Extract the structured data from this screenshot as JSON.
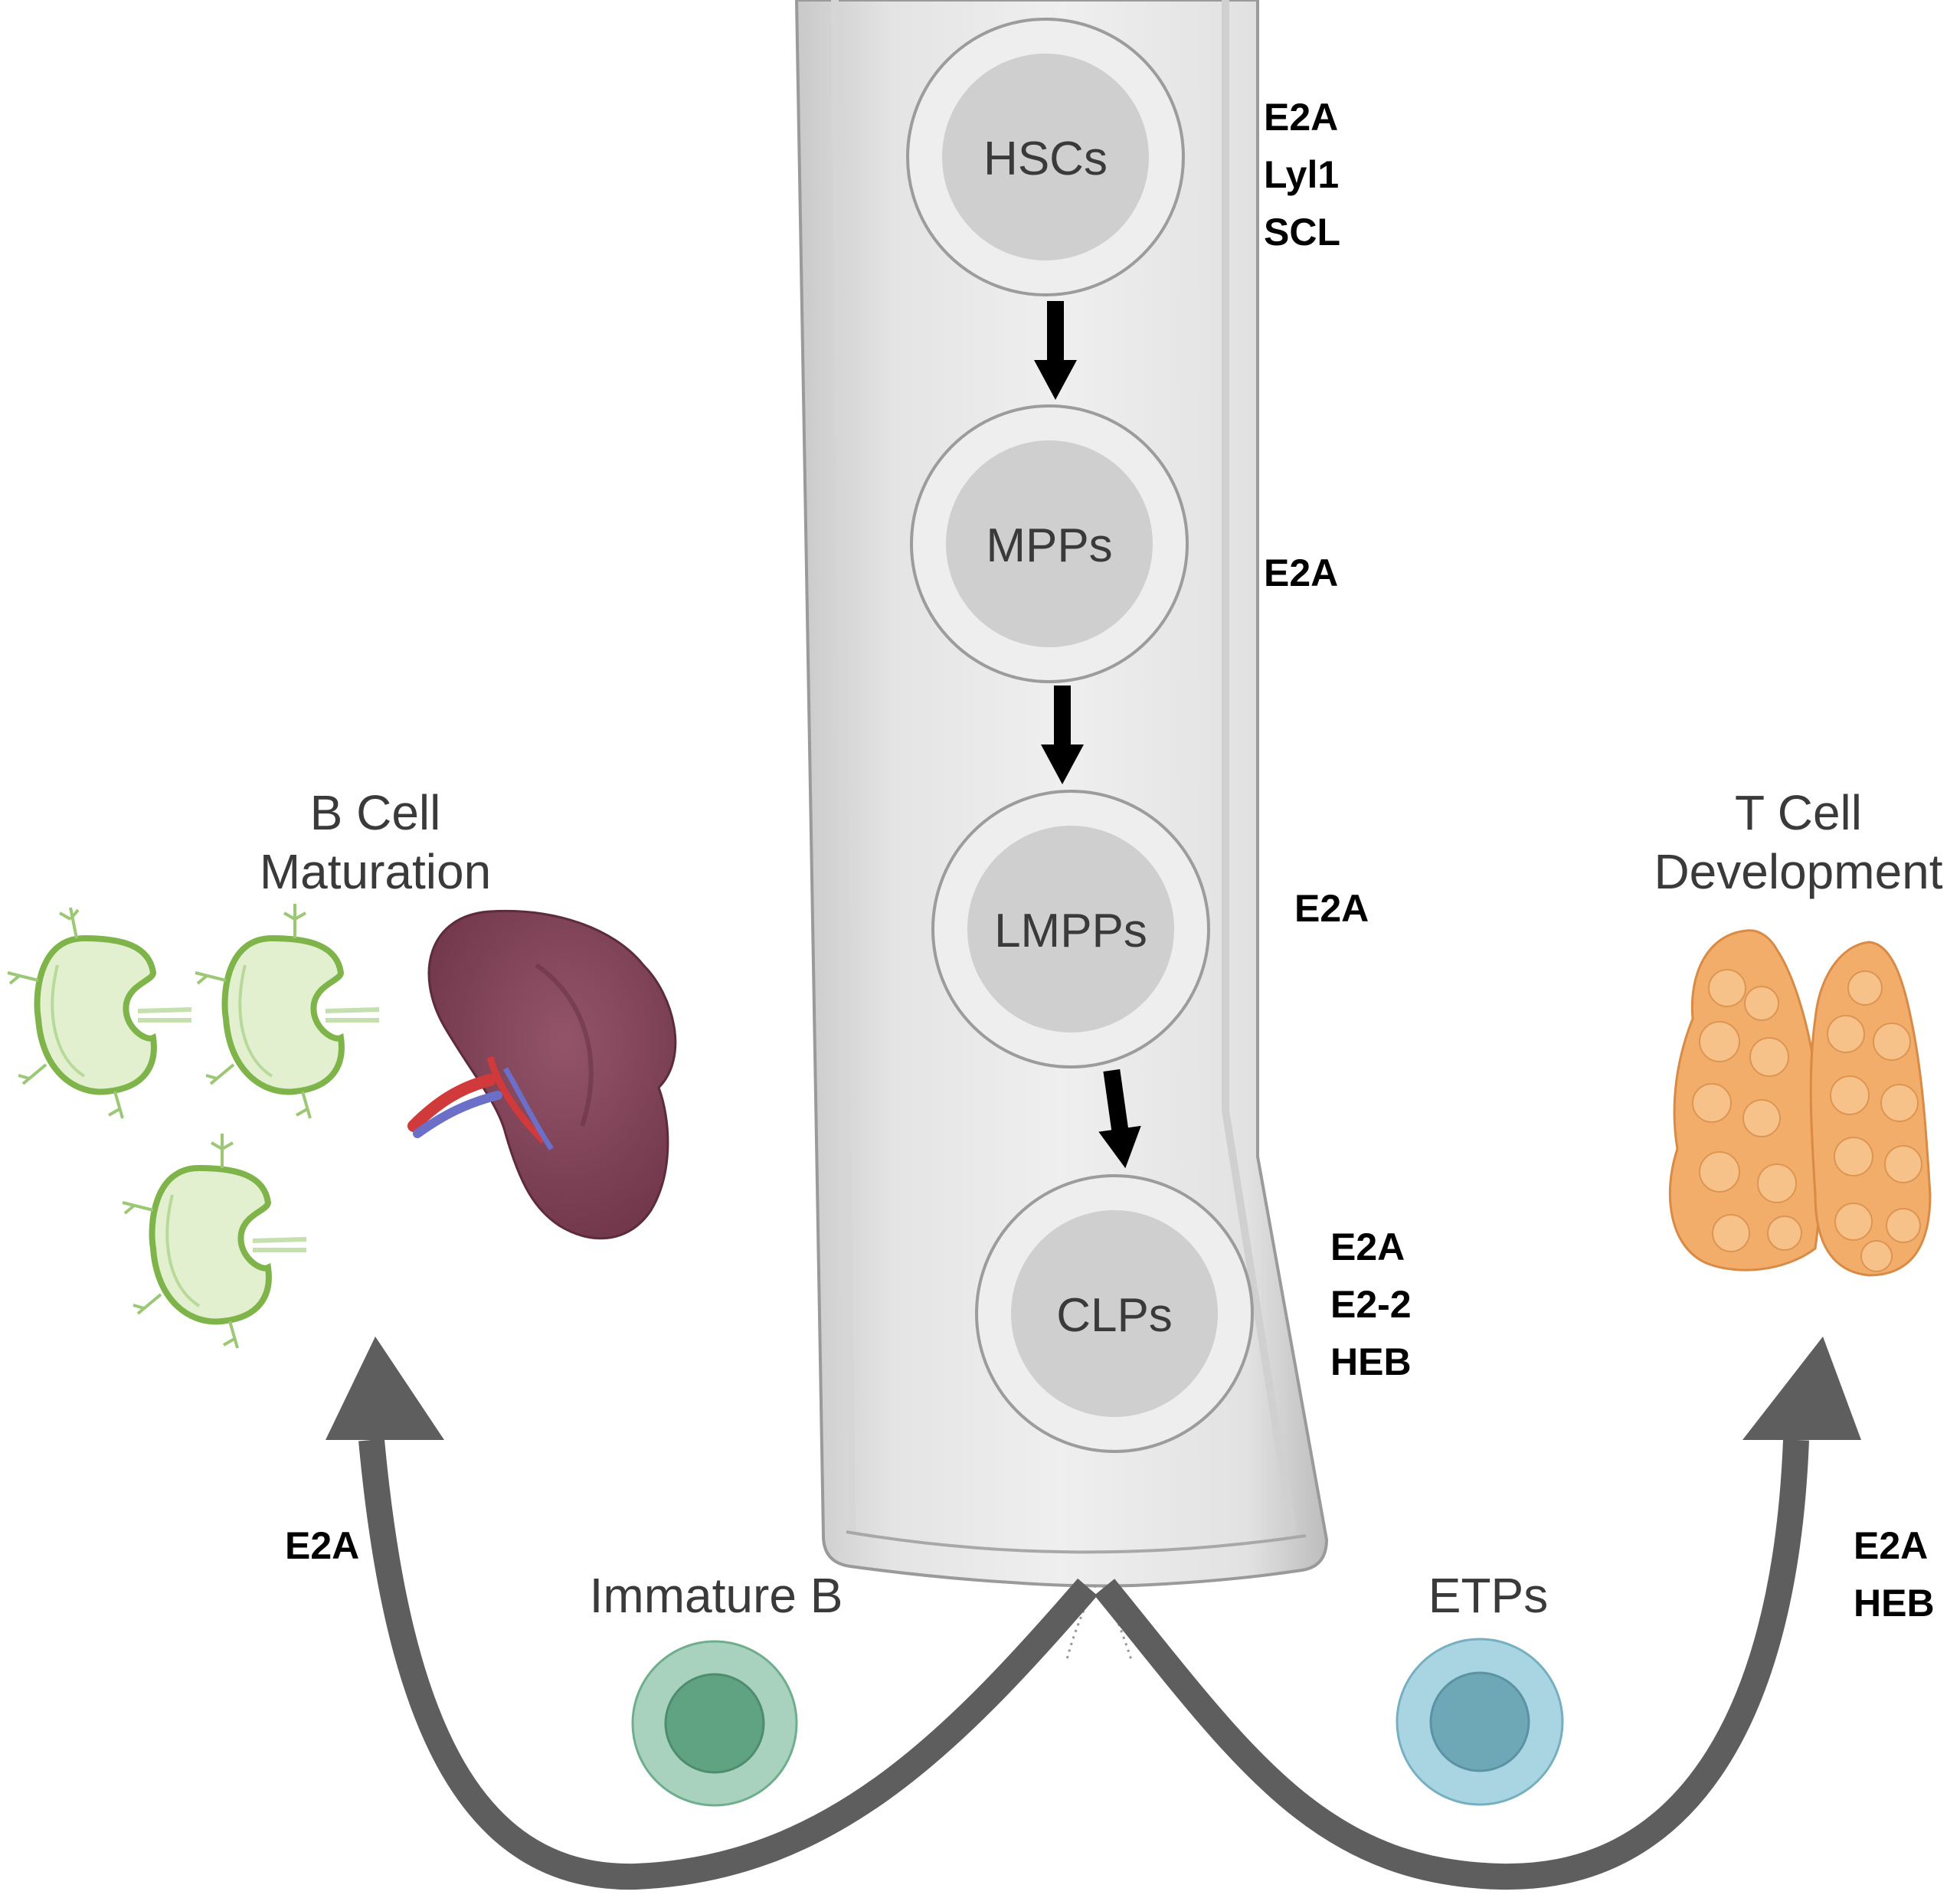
{
  "progenitors": [
    {
      "label": "HSCs",
      "factors": [
        "E2A",
        "Lyl1",
        "SCL"
      ]
    },
    {
      "label": "MPPs",
      "factors": [
        "E2A"
      ]
    },
    {
      "label": "LMPPs",
      "factors": [
        "E2A"
      ]
    },
    {
      "label": "CLPs",
      "factors": [
        "E2A",
        "E2-2",
        "HEB"
      ]
    }
  ],
  "left_branch": {
    "cell_label": "Immature B",
    "destination_title": [
      "B Cell",
      "Maturation"
    ],
    "factors": [
      "E2A"
    ]
  },
  "right_branch": {
    "cell_label": "ETPs",
    "destination_title": [
      "T Cell",
      "Development"
    ],
    "factors": [
      "E2A",
      "HEB"
    ]
  },
  "colors": {
    "bone": "#e2e2e2",
    "cell_outer": "#eeeeee",
    "cell_inner": "#cfcfcf",
    "big_arrow": "#5e5e5e",
    "immature_b": "#5fa382",
    "etp": "#6ea7b6",
    "spleen": "#8a4a5e",
    "lymph_node": "#8bbf5a",
    "thymus": "#f0a860"
  }
}
